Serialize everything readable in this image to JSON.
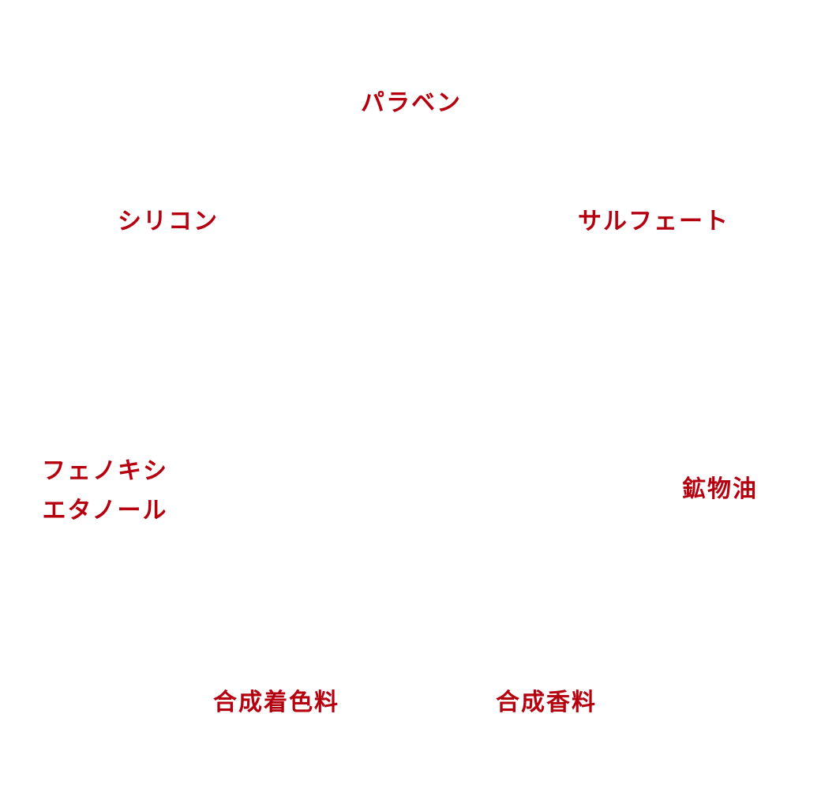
{
  "accent_color": "#b5000f",
  "labels": {
    "paraben": "パラベン",
    "silicone": "シリコン",
    "sulfate": "サルフェート",
    "phenoxyethanol_line1": "フェノキシ",
    "phenoxyethanol_line2": "エタノール",
    "mineral_oil": "鉱物油",
    "synthetic_colorant": "合成着色料",
    "synthetic_fragrance": "合成香料"
  }
}
